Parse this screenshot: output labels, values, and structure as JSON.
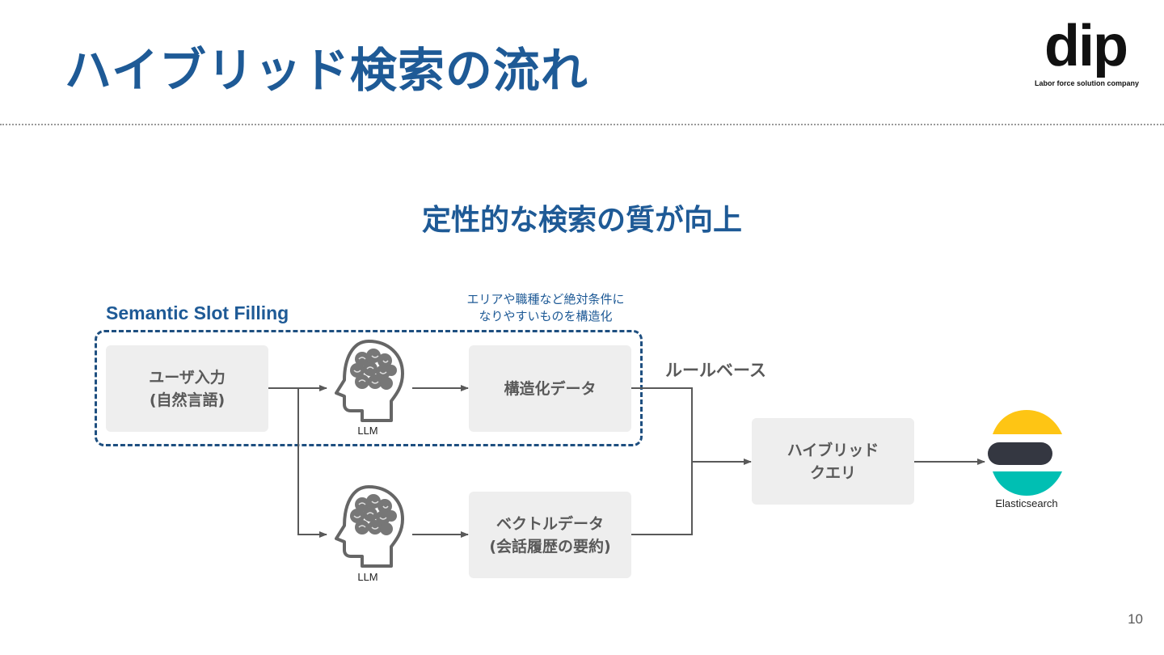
{
  "title": "ハイブリッド検索の流れ",
  "logo": {
    "text": "dip",
    "tagline": "Labor force solution company"
  },
  "subtitle": "定性的な検索の質が向上",
  "annotation": {
    "line1": "エリアや職種など絶対条件に",
    "line2": "なりやすいものを構造化"
  },
  "group_label": "Semantic Slot Filling",
  "nodes": {
    "user_input": {
      "line1": "ユーザ入力",
      "line2": "(自然言語)"
    },
    "llm_top": "LLM",
    "structured_data": "構造化データ",
    "llm_bottom": "LLM",
    "vector_data": {
      "line1": "ベクトルデータ",
      "line2": "(会話履歴の要約)"
    },
    "rule_based": "ルールベース",
    "hybrid_query": {
      "line1": "ハイブリッド",
      "line2": "クエリ"
    },
    "elasticsearch": "Elasticsearch"
  },
  "colors": {
    "brand_blue": "#1e5a96",
    "box_fill": "#eeeeee",
    "es_yellow": "#fec514",
    "es_dark": "#343741",
    "es_teal": "#00bfb3"
  },
  "page_number": "10"
}
